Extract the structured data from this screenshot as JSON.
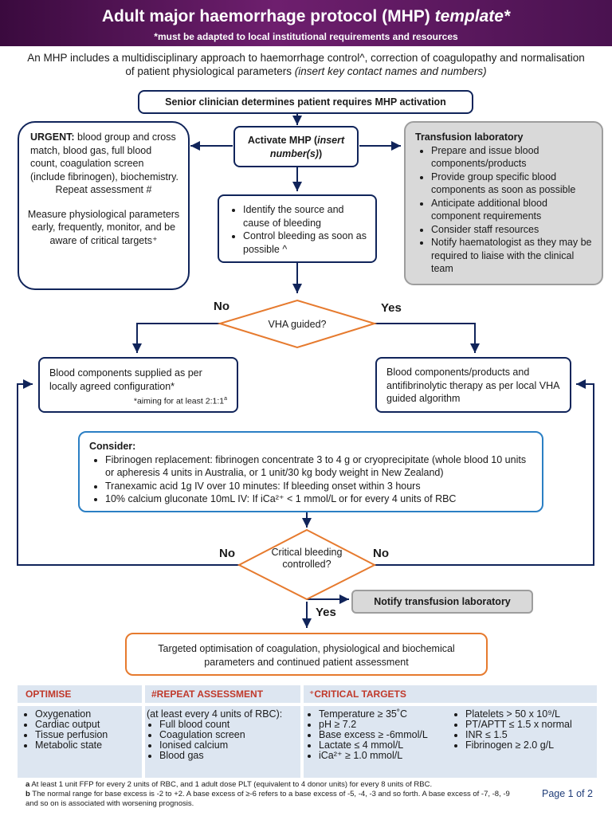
{
  "header": {
    "title": "Adult major haemorrhage protocol (MHP)",
    "title_italic": "template*",
    "subtitle": "*must be adapted to local institutional requirements and resources"
  },
  "intro": {
    "text": "An MHP includes a multidisciplinary approach to haemorrhage control^, correction of coagulopathy and normalisation of patient physiological parameters",
    "italic": "(insert key contact names and numbers)"
  },
  "flow": {
    "senior": "Senior clinician determines patient requires MHP activation",
    "activate_prefix": "Activate MHP (",
    "activate_italic": "insert number(s)",
    "activate_suffix": ")",
    "urgent_label": "URGENT:",
    "urgent_text": "blood group and cross match, blood gas, full blood count, coagulation screen (include fibrinogen), biochemistry.",
    "urgent_repeat": "Repeat assessment #",
    "urgent_measure": "Measure physiological parameters early, frequently, monitor, and be aware of critical targets⁺",
    "identify": [
      "Identify the source and cause of bleeding",
      "Control bleeding as soon as possible ^"
    ],
    "lab_title": "Transfusion laboratory",
    "lab_items": [
      "Prepare and issue blood components/products",
      "Provide group specific blood components as soon as possible",
      "Anticipate additional blood component requirements",
      "Consider staff resources",
      "Notify haematologist as they may be required to liaise with the clinical team"
    ],
    "no1": "No",
    "yes1": "Yes",
    "vha": "VHA guided?",
    "left_box": "Blood components supplied as per locally agreed configuration*",
    "left_note": "*aiming for at least 2:1:1",
    "left_note_sup": "a",
    "right_box": "Blood components/products and antifibrinolytic therapy as per local VHA guided algorithm",
    "consider_title": "Consider:",
    "consider_items": [
      "Fibrinogen replacement: fibrinogen concentrate 3 to 4 g or cryoprecipitate (whole blood 10 units or apheresis 4 units in Australia, or 1 unit/30 kg body weight in New Zealand)",
      "Tranexamic acid 1g IV over 10 minutes: If bleeding onset within 3 hours",
      "10% calcium gluconate 10mL IV: If iCa²⁺ < 1 mmol/L or for every 4 units of RBC"
    ],
    "no2": "No",
    "no3": "No",
    "critical": "Critical bleeding controlled?",
    "notify": "Notify transfusion laboratory",
    "yes2": "Yes",
    "targeted": "Targeted optimisation of coagulation, physiological and biochemical parameters and continued patient assessment"
  },
  "table": {
    "col1_head": "OPTIMISE",
    "col1_items": [
      "Oxygenation",
      "Cardiac output",
      "Tissue perfusion",
      "Metabolic state"
    ],
    "col2_head": "#REPEAT ASSESSMENT",
    "col2_intro": "(at least every 4 units of RBC):",
    "col2_items": [
      "Full blood count",
      "Coagulation screen",
      "Ionised calcium",
      "Blood gas"
    ],
    "col3_head": "⁺CRITICAL TARGETS",
    "col3_items": [
      "Temperature ≥ 35˚C",
      "pH ≥ 7.2",
      "Base excess ≥ -6mmol/L",
      "Lactate ≤ 4 mmol/L",
      "iCa²⁺ ≥ 1.0 mmol/L"
    ],
    "col4_items": [
      "Platelets > 50 x 10⁹/L",
      "PT/APTT ≤ 1.5 x normal",
      "INR ≤ 1.5",
      "Fibrinogen ≥ 2.0 g/L"
    ]
  },
  "footnotes": {
    "a": "At least 1 unit FFP for every 2 units of RBC, and 1 adult dose PLT (equivalent to 4 donor units) for every 8 units of RBC.",
    "b": "The normal range for base excess is -2 to +2. A base excess of ≥-6 refers to a base excess of  -5, -4, -3 and so forth. A base excess of -7, -8, -9 and so on is associated with worsening prognosis."
  },
  "page": "Page 1 of 2",
  "colors": {
    "header": "#5a1860",
    "navy": "#10245a",
    "blue": "#2b7fc4",
    "orange": "#e67a2e",
    "table_bg": "#dde6f1",
    "table_head": "#c0392b"
  }
}
